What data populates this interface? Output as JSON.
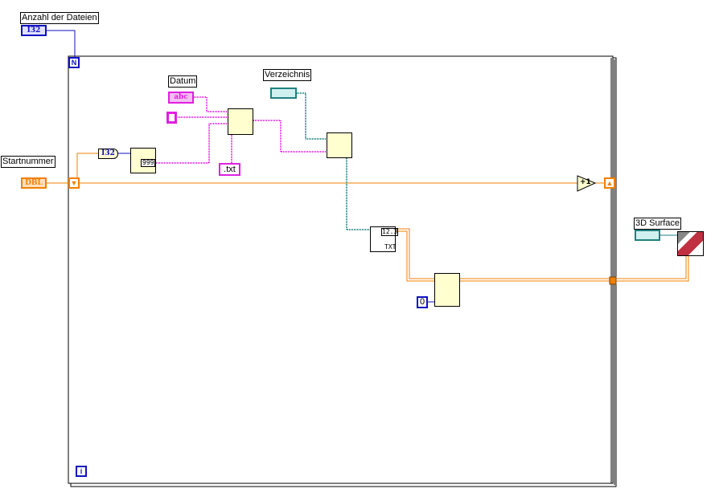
{
  "labels": {
    "anzahl": "Anzahl der Dateien",
    "startnummer": "Startnummer",
    "datum": "Datum",
    "verzeichnis": "Verzeichnis",
    "surface": "3D Surface"
  },
  "terminals": {
    "i32": "I32",
    "dbl": "DBL",
    "abc": "abc",
    "loop_count": "N",
    "loop_index": "i",
    "txt": ".txt",
    "zero": "0",
    "conv": "I32",
    "increment": "+1",
    "num_fmt": "999",
    "read_fmt": "12.3",
    "txt_label": "TXT"
  },
  "colors": {
    "int": "#1010c0",
    "dbl": "#f08000",
    "string": "#e020e0",
    "path": "#208080"
  }
}
